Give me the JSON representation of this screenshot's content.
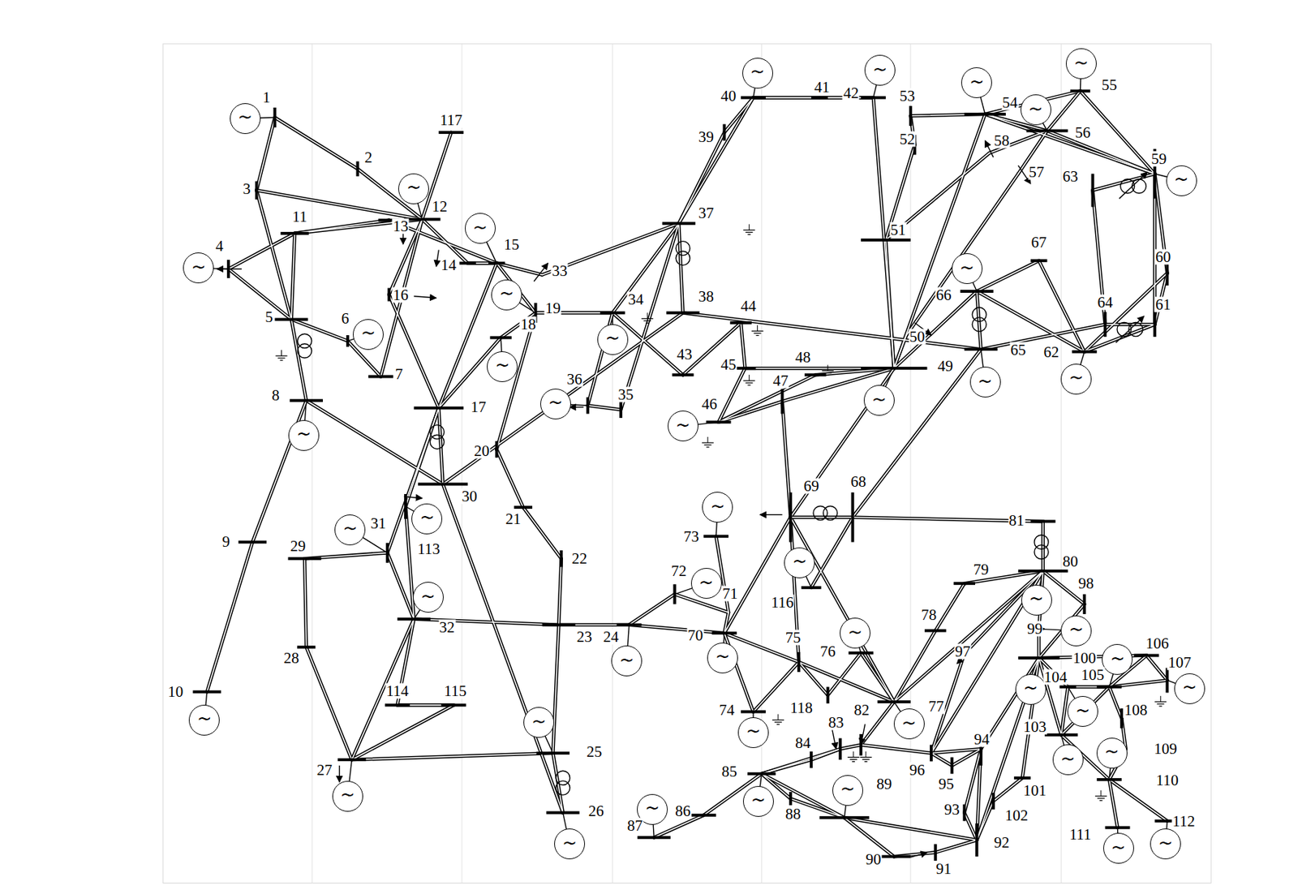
{
  "diagram": {
    "nodes": [
      {
        "text": [
          "~"
        ]
      },
      {
        "text": [
          "~"
        ]
      },
      {
        "text": [
          "~"
        ]
      },
      {
        "text": [
          "~"
        ]
      },
      {
        "text": [
          "~"
        ]
      },
      {
        "text": [
          "~"
        ]
      },
      {
        "text": [
          "~"
        ]
      },
      {
        "text": [
          "~"
        ]
      },
      {
        "text": [
          "~"
        ]
      },
      {
        "text": [
          "~"
        ]
      },
      {
        "text": [
          "~"
        ]
      },
      {
        "text": [
          "~"
        ]
      },
      {
        "text": [
          "~"
        ]
      },
      {
        "text": [
          "~"
        ]
      },
      {
        "text": [
          "~"
        ]
      },
      {
        "text": [
          "~"
        ]
      },
      {
        "text": [
          "~"
        ]
      },
      {
        "text": [
          "~"
        ]
      },
      {
        "text": [
          "~"
        ]
      },
      {
        "text": [
          "~"
        ]
      },
      {
        "text": [
          "~"
        ]
      },
      {
        "text": [
          "~"
        ]
      },
      {
        "text": [
          "~"
        ]
      },
      {
        "text": [
          "~"
        ]
      },
      {
        "text": [
          "~"
        ]
      },
      {
        "text": [
          "~"
        ]
      },
      {
        "text": [
          "~"
        ]
      },
      {
        "text": [
          "~"
        ]
      },
      {
        "text": [
          "~"
        ]
      },
      {
        "text": [
          "~"
        ]
      },
      {
        "text": [
          "~"
        ]
      },
      {
        "text": [
          "~"
        ]
      },
      {
        "text": [
          "~"
        ]
      },
      {
        "text": [
          "~"
        ]
      },
      {
        "text": [
          "~"
        ]
      },
      {
        "text": [
          "~"
        ]
      },
      {
        "text": [
          "~"
        ]
      },
      {
        "text": [
          "~"
        ]
      },
      {
        "text": [
          "~"
        ]
      },
      {
        "text": [
          "~"
        ]
      },
      {
        "text": [
          "~"
        ]
      },
      {
        "text": [
          "~"
        ]
      },
      {
        "text": [
          "~"
        ]
      },
      {
        "text": [
          "~"
        ]
      },
      {
        "text": [
          "~"
        ]
      },
      {
        "text": [
          "~"
        ]
      },
      {
        "text": [
          "~"
        ]
      },
      {
        "text": [
          "~"
        ]
      },
      {
        "text": [
          "~"
        ]
      }
    ],
    "labels": [
      "1",
      "2",
      "3",
      "4",
      "5",
      "6",
      "7",
      "8",
      "9",
      "10",
      "11",
      "12",
      "13",
      "14",
      "15",
      "16",
      "17",
      "18",
      "19",
      "20",
      "21",
      "22",
      "23",
      "24",
      "25",
      "26",
      "27",
      "28",
      "29",
      "30",
      "31",
      "32",
      "33",
      "34",
      "35",
      "36",
      "37",
      "38",
      "39",
      "40",
      "41",
      "42",
      "43",
      "44",
      "45",
      "46",
      "47",
      "48",
      "49",
      "50",
      "51",
      "52",
      "53",
      "54",
      "55",
      "56",
      "57",
      "58",
      "59",
      "60",
      "61",
      "62",
      "63",
      "64",
      "65",
      "66",
      "67",
      "68",
      "69",
      "70",
      "71",
      "72",
      "73",
      "74",
      "75",
      "76",
      "77",
      "78",
      "79",
      "80",
      "81",
      "82",
      "83",
      "84",
      "85",
      "86",
      "87",
      "88",
      "89",
      "90",
      "91",
      "92",
      "93",
      "94",
      "95",
      "96",
      "97",
      "98",
      "99",
      "100",
      "101",
      "102",
      "103",
      "104",
      "105",
      "106",
      "107",
      "108",
      "109",
      "110",
      "111",
      "112",
      "113",
      "114",
      "115",
      "116",
      "117",
      "118"
    ]
  }
}
